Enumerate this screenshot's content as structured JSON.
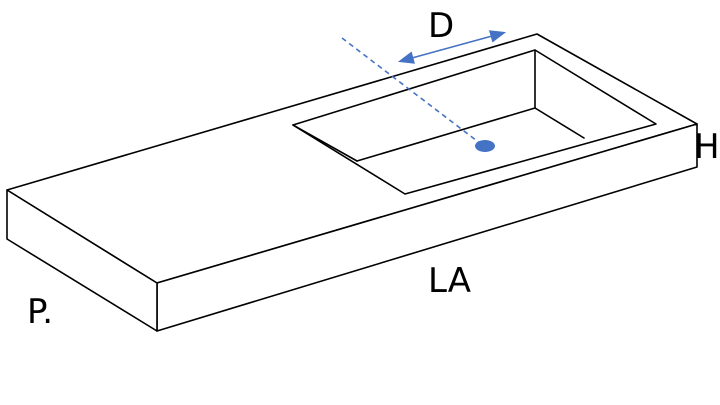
{
  "labels": {
    "depth": "D",
    "height": "H",
    "length": "LA",
    "width": "P."
  },
  "colors": {
    "outline": "#000000",
    "annotation": "#4472C4",
    "drain": "#4472C4",
    "background": "#ffffff"
  }
}
